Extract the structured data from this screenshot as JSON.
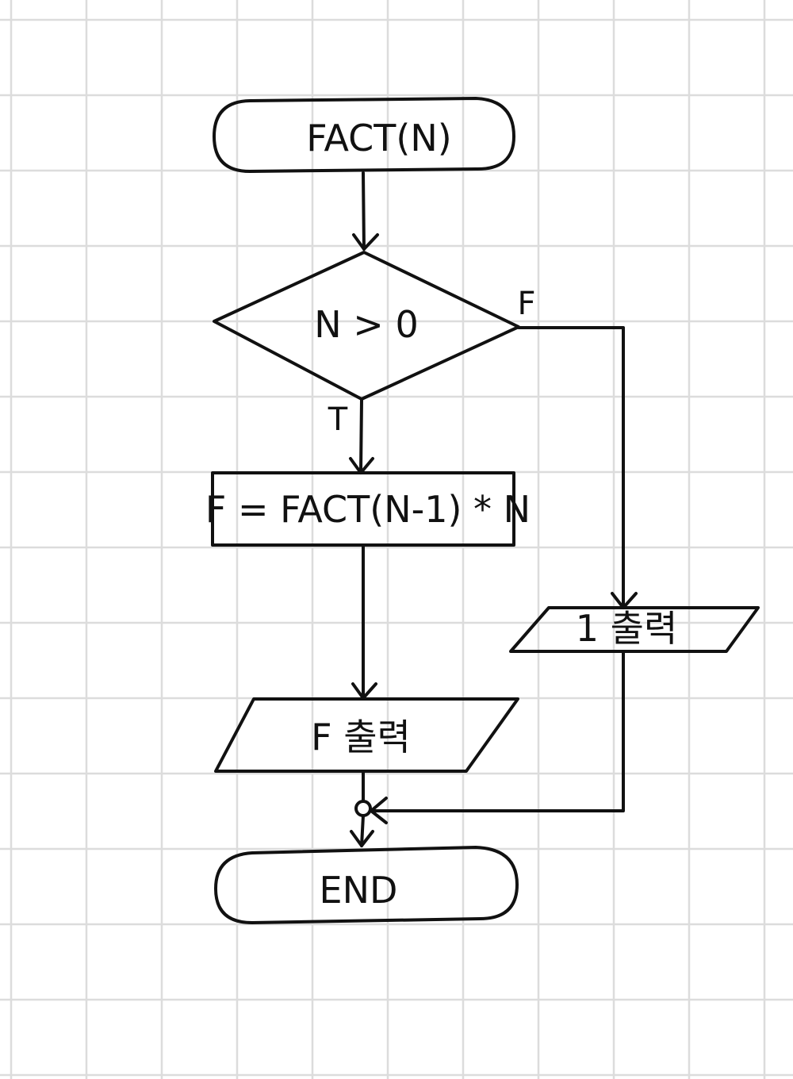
{
  "nodes": {
    "start": "FACT(N)",
    "decision": "N > 0",
    "process": "F = FACT(N-1) * N",
    "output_f": "F 출력",
    "output_one": "1 출력",
    "end": "END"
  },
  "edges": {
    "true_label": "T",
    "false_label": "F"
  }
}
